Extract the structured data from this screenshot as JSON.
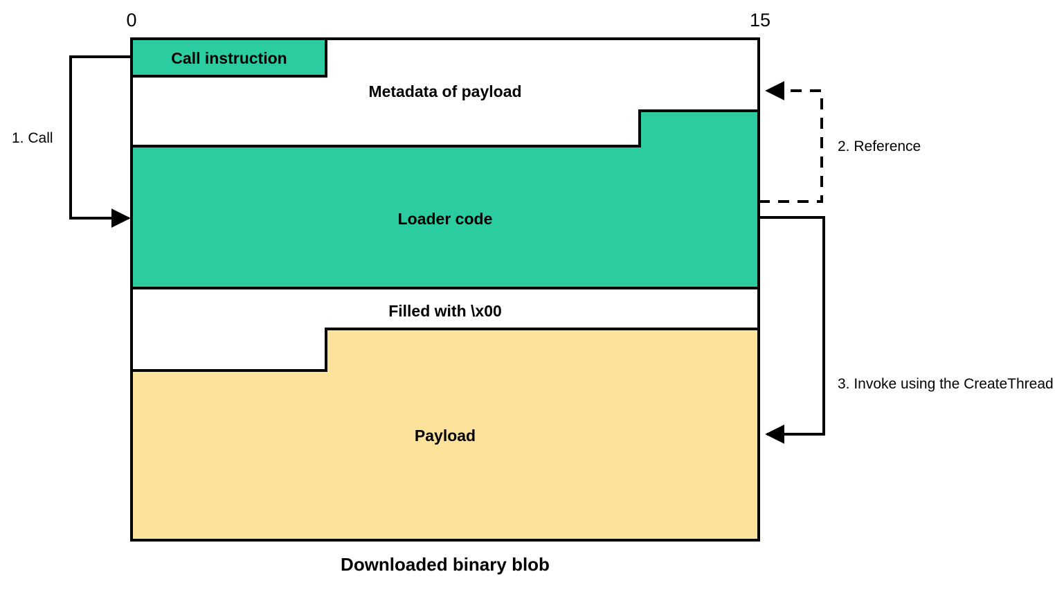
{
  "diagram": {
    "title": "Downloaded binary blob",
    "colors": {
      "loader_green": "#2BCCA0",
      "payload_yellow": "#FCE29B",
      "stroke": "#000000",
      "background": "#FFFFFF"
    },
    "axis": {
      "start_label": "0",
      "end_label": "15"
    },
    "blocks": [
      {
        "id": "call-instruction",
        "label": "Call instruction",
        "fill": "#2BCCA0"
      },
      {
        "id": "metadata",
        "label": "Metadata of payload",
        "fill": "#FFFFFF"
      },
      {
        "id": "loader-code",
        "label": "Loader code",
        "fill": "#2BCCA0"
      },
      {
        "id": "filled-zero",
        "label": "Filled with \\x00",
        "fill": "#FFFFFF"
      },
      {
        "id": "payload",
        "label": "Payload",
        "fill": "#FCE29B"
      }
    ],
    "arrows": [
      {
        "id": "call",
        "label": "1. Call",
        "style": "solid"
      },
      {
        "id": "reference",
        "label": "2. Reference",
        "style": "dashed"
      },
      {
        "id": "invoke",
        "label": "3. Invoke using the CreateThread",
        "style": "solid"
      }
    ]
  }
}
